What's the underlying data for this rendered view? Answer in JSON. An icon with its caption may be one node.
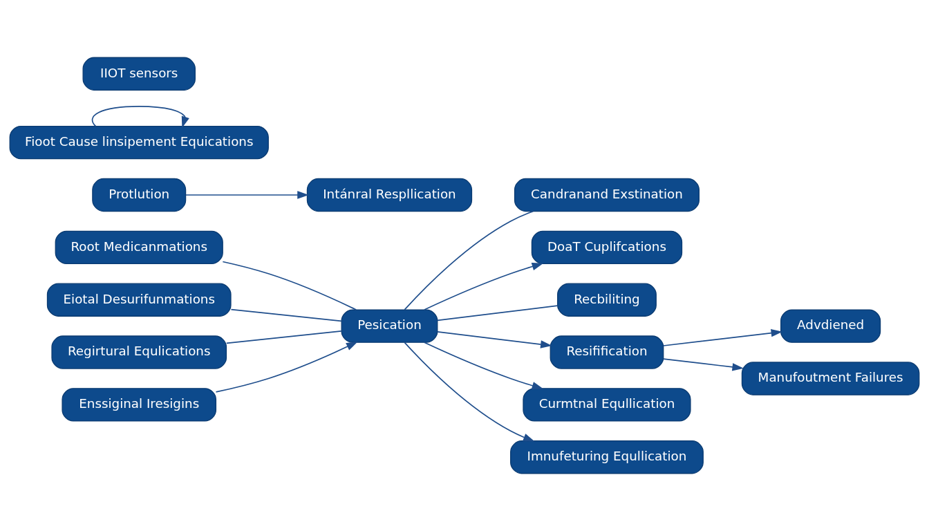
{
  "diagram": {
    "nodes": [
      {
        "text": [
          "Root Medicanmations"
        ]
      },
      {
        "text": [
          "Eiotal Desurifunmations"
        ]
      },
      {
        "text": [
          "Regirtural Equlications"
        ]
      },
      {
        "text": [
          "Intánral Respllication"
        ]
      },
      {
        "text": [
          "Candranand Exstination"
        ]
      },
      {
        "text": [
          "DoaT Cuplifcations"
        ]
      },
      {
        "text": [
          "Fioot Cause linsipement Equications"
        ]
      },
      {
        "text": [
          "Recbiliting"
        ]
      },
      {
        "text": [
          "Resifification"
        ]
      },
      {
        "text": [
          "Advdiened"
        ]
      },
      {
        "text": [
          "Manufoutment Failures"
        ]
      },
      {
        "text": [
          "Protlution"
        ]
      },
      {
        "text": [
          "Pesication"
        ]
      },
      {
        "text": [
          "Curmtnal Equllication"
        ]
      },
      {
        "text": [
          "Imnufeturing Equllication"
        ]
      },
      {
        "text": [
          "Enssiginal Iresigins"
        ]
      },
      {
        "text": [
          "IIOT sensors"
        ]
      }
    ],
    "edges": [
      {
        "from": 0,
        "to": 12,
        "arrow": "none"
      },
      {
        "from": 1,
        "to": 12,
        "arrow": "none"
      },
      {
        "from": 2,
        "to": 12,
        "arrow": "none"
      },
      {
        "from": 6,
        "to": 6,
        "arrow": "to"
      },
      {
        "from": 12,
        "to": 7,
        "arrow": "none"
      },
      {
        "from": 12,
        "to": 8,
        "arrow": "to"
      },
      {
        "from": 8,
        "to": 9,
        "arrow": "to"
      },
      {
        "from": 8,
        "to": 10,
        "arrow": "to"
      },
      {
        "from": 11,
        "to": 3,
        "arrow": "to"
      },
      {
        "from": 12,
        "to": 4,
        "arrow": "none"
      },
      {
        "from": 12,
        "to": 5,
        "arrow": "to"
      },
      {
        "from": 12,
        "to": 13,
        "arrow": "to"
      },
      {
        "from": 12,
        "to": 14,
        "arrow": "to"
      },
      {
        "from": 15,
        "to": 12,
        "arrow": "to"
      }
    ]
  }
}
